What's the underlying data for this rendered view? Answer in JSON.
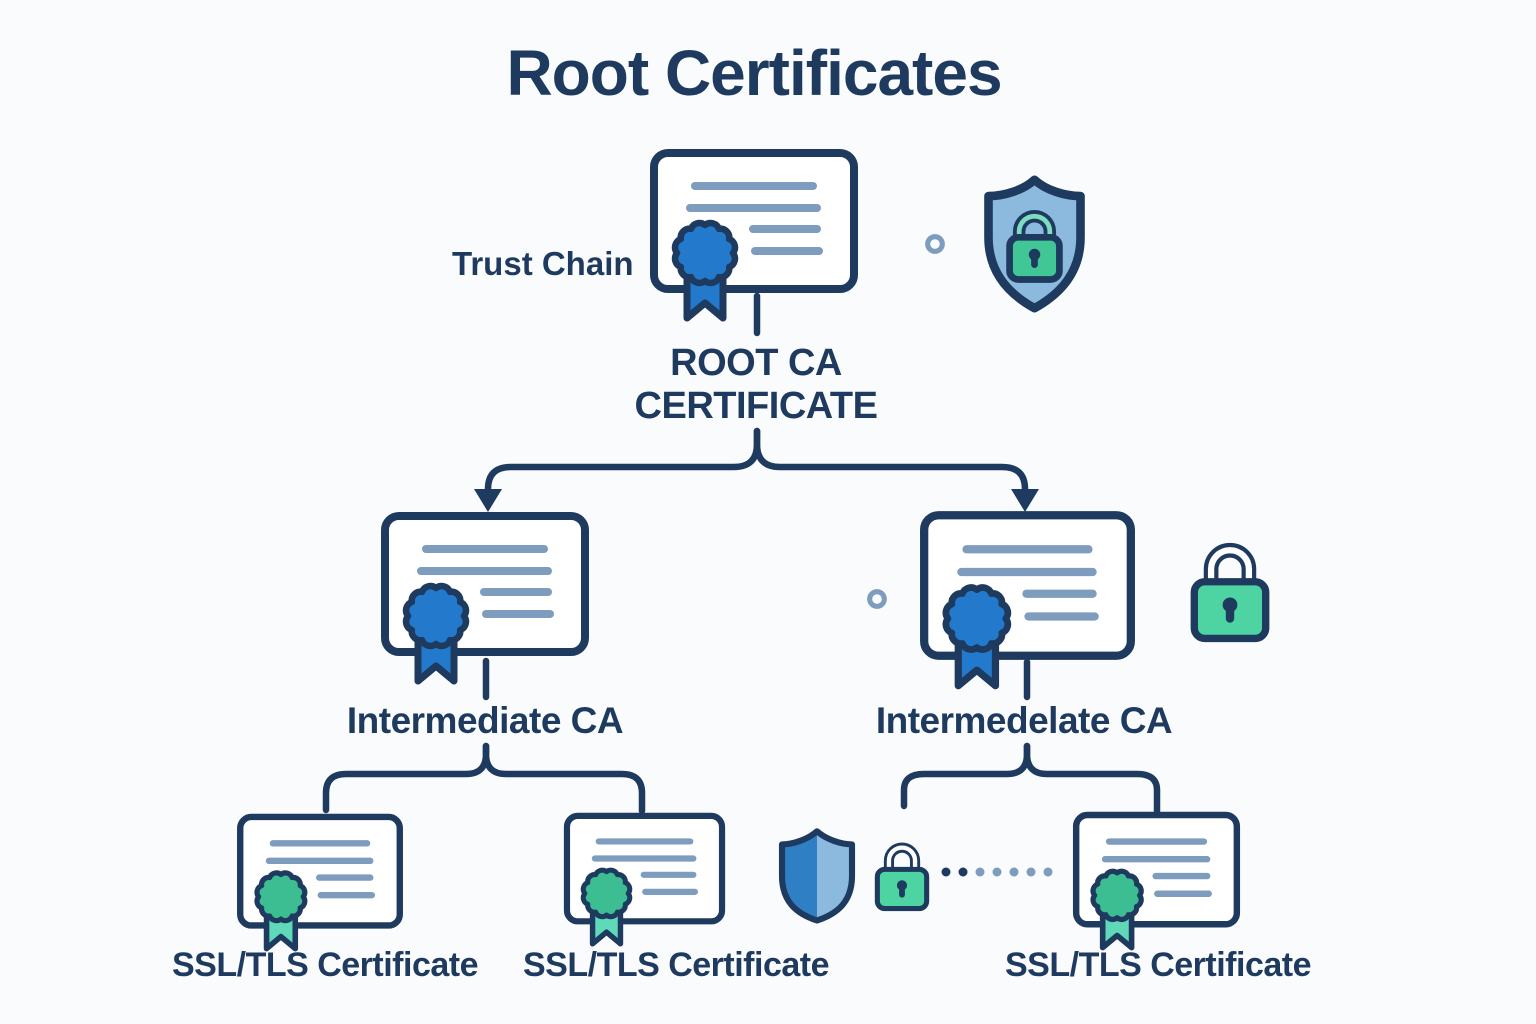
{
  "header": {
    "title": "Root Certificates"
  },
  "colors": {
    "navy": "#1e3a5f",
    "steel": "#7e9cbe",
    "seal_blue": "#2379cb",
    "seal_green": "#3dbd92",
    "ribbon_green": "#5fd9b7",
    "shield_light": "#8cbade",
    "shield_dark": "#2f7fc4",
    "lock_green": "#4ed3a2",
    "lock_green_light": "#7edcc0",
    "background": "#fafbfc"
  },
  "diagram": {
    "trust_chain_label": "Trust Chain",
    "root": {
      "label_line1": "ROOT CA",
      "label_line2": "CERTIFICATE"
    },
    "intermediates": [
      {
        "label": "Intermediate CA"
      },
      {
        "label": "Intermedelate CA"
      }
    ],
    "leaves": [
      {
        "label": "SSL/TLS Certificate"
      },
      {
        "label": "SSL/TLS Certificate"
      },
      {
        "label": "SSL/TLS Certificate"
      }
    ],
    "icons": [
      "certificate-icon",
      "shield-lock-icon",
      "padlock-icon",
      "shield-icon",
      "chain-link-ring-icon",
      "dotted-link-line"
    ],
    "hierarchy": {
      "root": "ROOT CA CERTIFICATE",
      "children": [
        {
          "name": "Intermediate CA",
          "children": [
            "SSL/TLS Certificate",
            "SSL/TLS Certificate"
          ]
        },
        {
          "name": "Intermedelate CA",
          "children": [
            "SSL/TLS Certificate"
          ]
        }
      ]
    }
  }
}
